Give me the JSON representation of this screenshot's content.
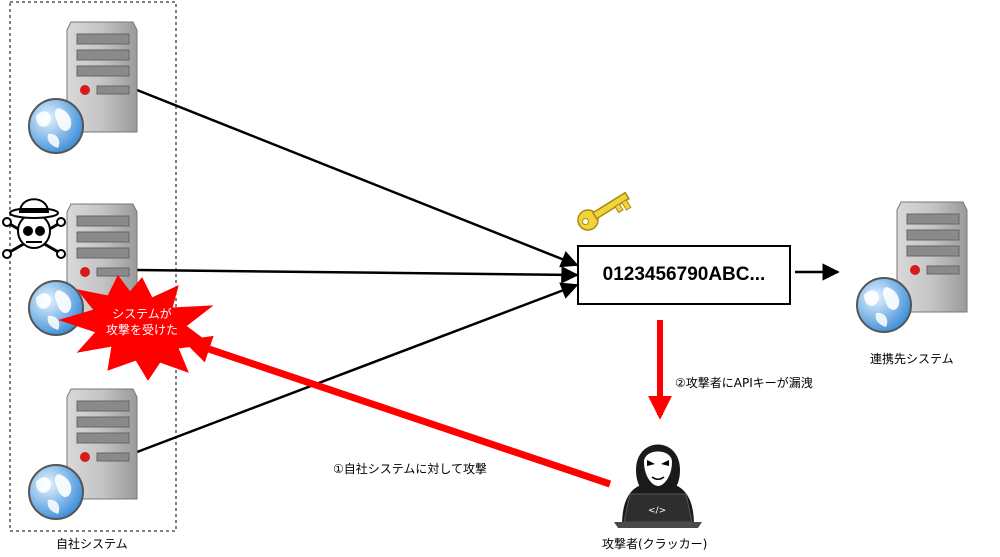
{
  "api_key": {
    "value": "0123456790ABC..."
  },
  "labels": {
    "own_system": "自社システム",
    "partner_system": "連携先システム",
    "cracker": "攻撃者(クラッカー)",
    "step1": "①自社システムに対して攻撃",
    "step2": "②攻撃者にAPIキーが漏洩",
    "attacked_line1": "システムが",
    "attacked_line2": "攻撃を受けた"
  },
  "icons": {
    "server": "server-icon",
    "globe": "globe-icon",
    "key": "key-icon",
    "skull": "skull-hat-icon",
    "hacker": "hacker-laptop-icon",
    "laptop_code": "</>"
  },
  "colors": {
    "attack": "#ff0000",
    "line": "#000000",
    "key": "#f2d33a",
    "server": "#b8b8b8"
  }
}
